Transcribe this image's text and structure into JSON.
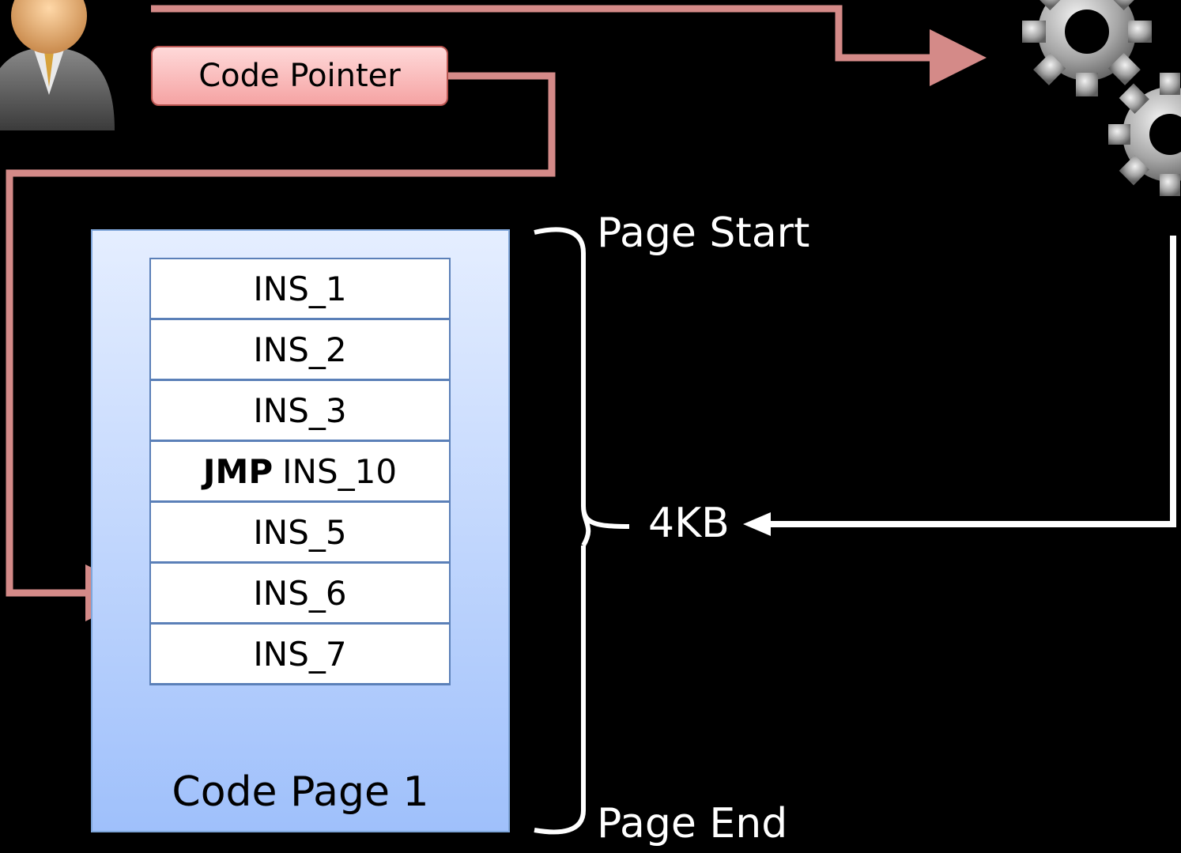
{
  "code_pointer_label": "Code Pointer",
  "instructions": [
    {
      "op": "",
      "arg": "INS_1"
    },
    {
      "op": "",
      "arg": "INS_2"
    },
    {
      "op": "",
      "arg": "INS_3"
    },
    {
      "op": "JMP",
      "arg": "INS_10"
    },
    {
      "op": "",
      "arg": "INS_5"
    },
    {
      "op": "",
      "arg": "INS_6"
    },
    {
      "op": "",
      "arg": "INS_7"
    }
  ],
  "page_label": "Code Page 1",
  "page_start_label": "Page Start",
  "page_end_label": "Page End",
  "size_label": "4KB",
  "colors": {
    "pointer_line": "#d48a88",
    "size_line": "#ffffff",
    "page_fill": "#bcd3fd",
    "row_border": "#5b80b8"
  },
  "icons": [
    "user-icon",
    "gear-icon"
  ]
}
